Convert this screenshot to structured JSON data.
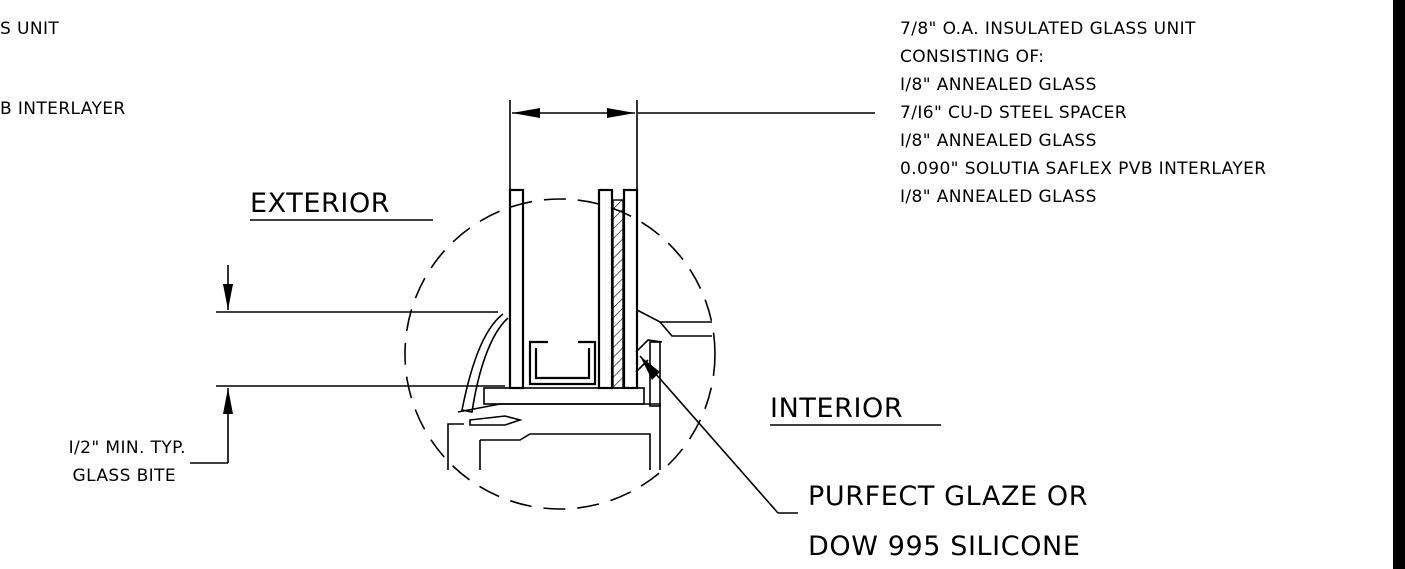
{
  "left_notes": {
    "line1": "S UNIT",
    "line2": "B INTERLAYER"
  },
  "spec_note": {
    "lines": [
      "7/8\" O.A. INSULATED GLASS UNIT",
      "CONSISTING OF:",
      "I/8\" ANNEALED GLASS",
      "7/I6\" CU-D STEEL SPACER",
      "I/8\" ANNEALED GLASS",
      "0.090\" SOLUTIA SAFLEX PVB INTERLAYER",
      "I/8\" ANNEALED GLASS"
    ]
  },
  "labels": {
    "exterior": "EXTERIOR",
    "interior": "INTERIOR",
    "glass_bite_line1": "I/2\" MIN. TYP.",
    "glass_bite_line2": "GLASS BITE",
    "sealant_line1": "PURFECT GLAZE OR",
    "sealant_line2": "DOW 995 SILICONE"
  }
}
